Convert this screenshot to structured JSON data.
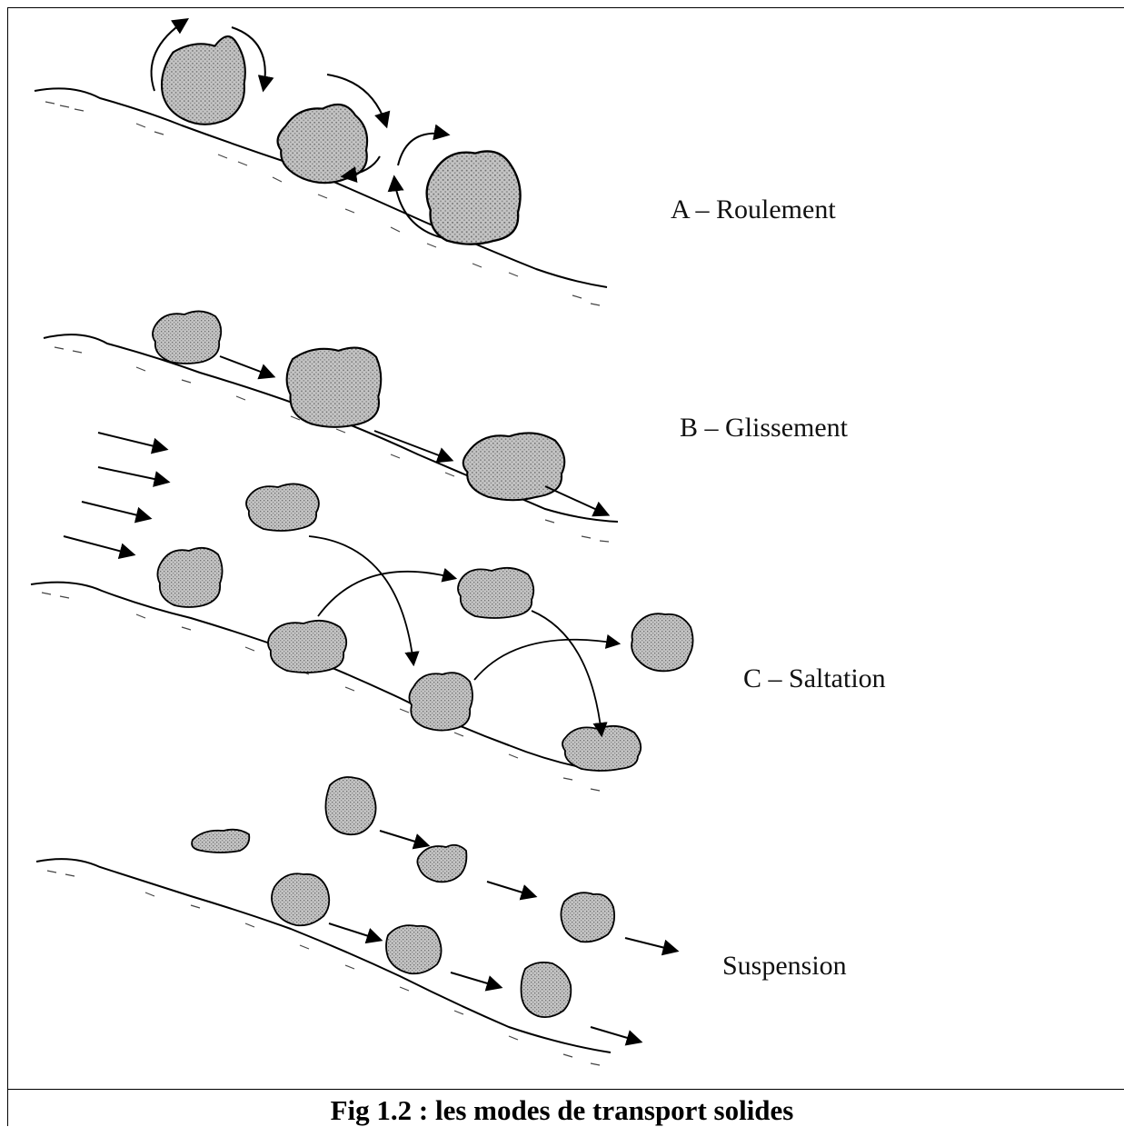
{
  "labels": {
    "rolling": "A – Roulement",
    "sliding": "B – Glissement",
    "saltation": "C – Saltation",
    "suspension": "Suspension"
  },
  "caption": "Fig 1.2 : les modes de transport solides",
  "colors": {
    "stone_fill": "#b3b3b3",
    "ink": "#000000"
  }
}
